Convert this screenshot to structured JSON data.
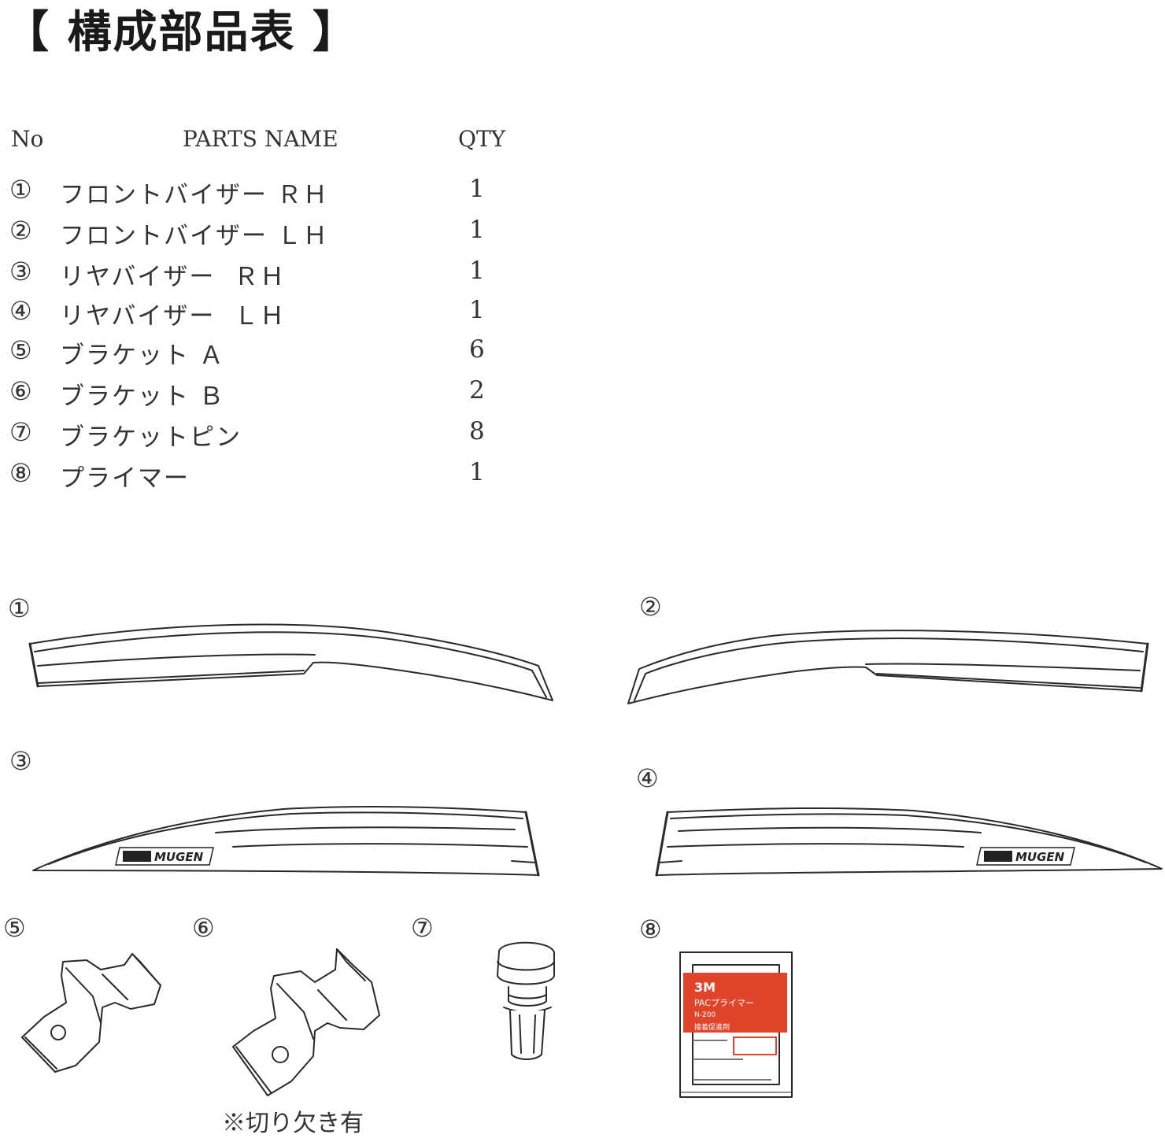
{
  "title": "【 構成部品表 】",
  "table": {
    "headers": {
      "no": "No",
      "name": "PARTS NAME",
      "qty": "QTY"
    },
    "rows": [
      {
        "no": "①",
        "name": "フロントバイザー ＲＨ",
        "qty": "1"
      },
      {
        "no": "②",
        "name": "フロントバイザー ＬＨ",
        "qty": "1"
      },
      {
        "no": "③",
        "name": "リヤバイザー  ＲＨ",
        "qty": "1"
      },
      {
        "no": "④",
        "name": "リヤバイザー  ＬＨ",
        "qty": "1"
      },
      {
        "no": "⑤",
        "name": "ブラケット Ａ",
        "qty": "6"
      },
      {
        "no": "⑥",
        "name": "ブラケット Ｂ",
        "qty": "2"
      },
      {
        "no": "⑦",
        "name": "ブラケットピン",
        "qty": "8"
      },
      {
        "no": "⑧",
        "name": "プライマー",
        "qty": "1"
      }
    ]
  },
  "diagram": {
    "labels": [
      "①",
      "②",
      "③",
      "④",
      "⑤",
      "⑥",
      "⑦",
      "⑧"
    ],
    "brand": "MUGEN",
    "note": "※切り欠き有",
    "primer": {
      "maker": "3M",
      "product": "PACプライマー",
      "code": "N-200",
      "caption": "接着促進剤",
      "accent": "#e0452b"
    }
  }
}
